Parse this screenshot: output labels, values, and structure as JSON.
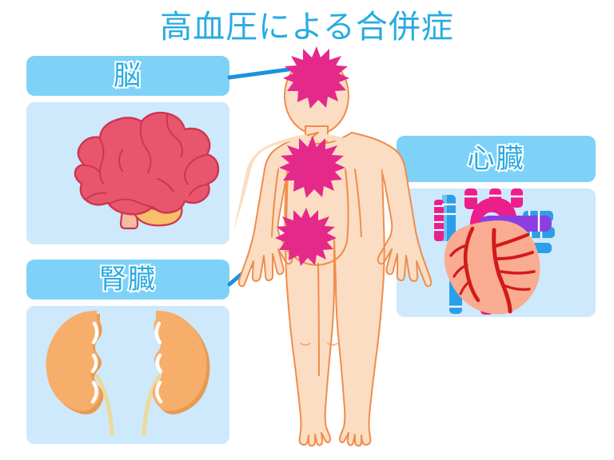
{
  "document": {
    "title": "高血圧による合併症",
    "language": "ja",
    "background_color": "#ffffff"
  },
  "theme": {
    "title_color": "#29ABE2",
    "header_fill": "#7FD2F7",
    "panel_fill": "#CDE9FB",
    "label_text_color": "#29ABE2",
    "label_outline_color": "#ffffff",
    "connector_color": "#1E90DC",
    "marker_color": "#E4298B",
    "skin_fill": "#FBDDC3",
    "skin_outline": "#F08C4B"
  },
  "panels": [
    {
      "id": "brain",
      "label": "脳",
      "illustration": "brain-illustration",
      "colors": {
        "cerebrum_fill": "#E8566E",
        "cerebrum_outline": "#CE3550",
        "cerebellum_fill": "#F7C069",
        "brainstem_fill": "#F6BCA0"
      }
    },
    {
      "id": "heart",
      "label": "心臓",
      "illustration": "heart-illustration",
      "colors": {
        "muscle_fill": "#F9AC92",
        "artery_stroke": "#D41A1A",
        "aorta_fill": "#EC1E8C",
        "pulmonary_fill": "#8B3FE0",
        "vein_fill": "#2B9FE8"
      }
    },
    {
      "id": "kidney",
      "label": "腎臓",
      "illustration": "kidney-illustration",
      "colors": {
        "kidney_fill": "#F7AE6A",
        "kidney_shadow": "#E79A52",
        "highlight": "#FFFFFF",
        "ureter_fill": "#EDD99A"
      }
    }
  ],
  "body_figure": {
    "id": "female-body-silhouette",
    "skin_fill": "#FBDDC3",
    "outline": "#F08C4B"
  },
  "markers": [
    {
      "id": "head-marker",
      "site": "head",
      "linked_panel": "brain"
    },
    {
      "id": "chest-marker",
      "site": "chest",
      "linked_panel": "heart"
    },
    {
      "id": "abdomen-marker",
      "site": "abdomen",
      "linked_panel": "kidney"
    }
  ],
  "connectors": [
    {
      "id": "connector-brain",
      "from": "brain",
      "to": "head-marker"
    },
    {
      "id": "connector-heart",
      "from": "heart",
      "to": "chest-marker"
    },
    {
      "id": "connector-kidney",
      "from": "kidney",
      "to": "abdomen-marker"
    }
  ]
}
